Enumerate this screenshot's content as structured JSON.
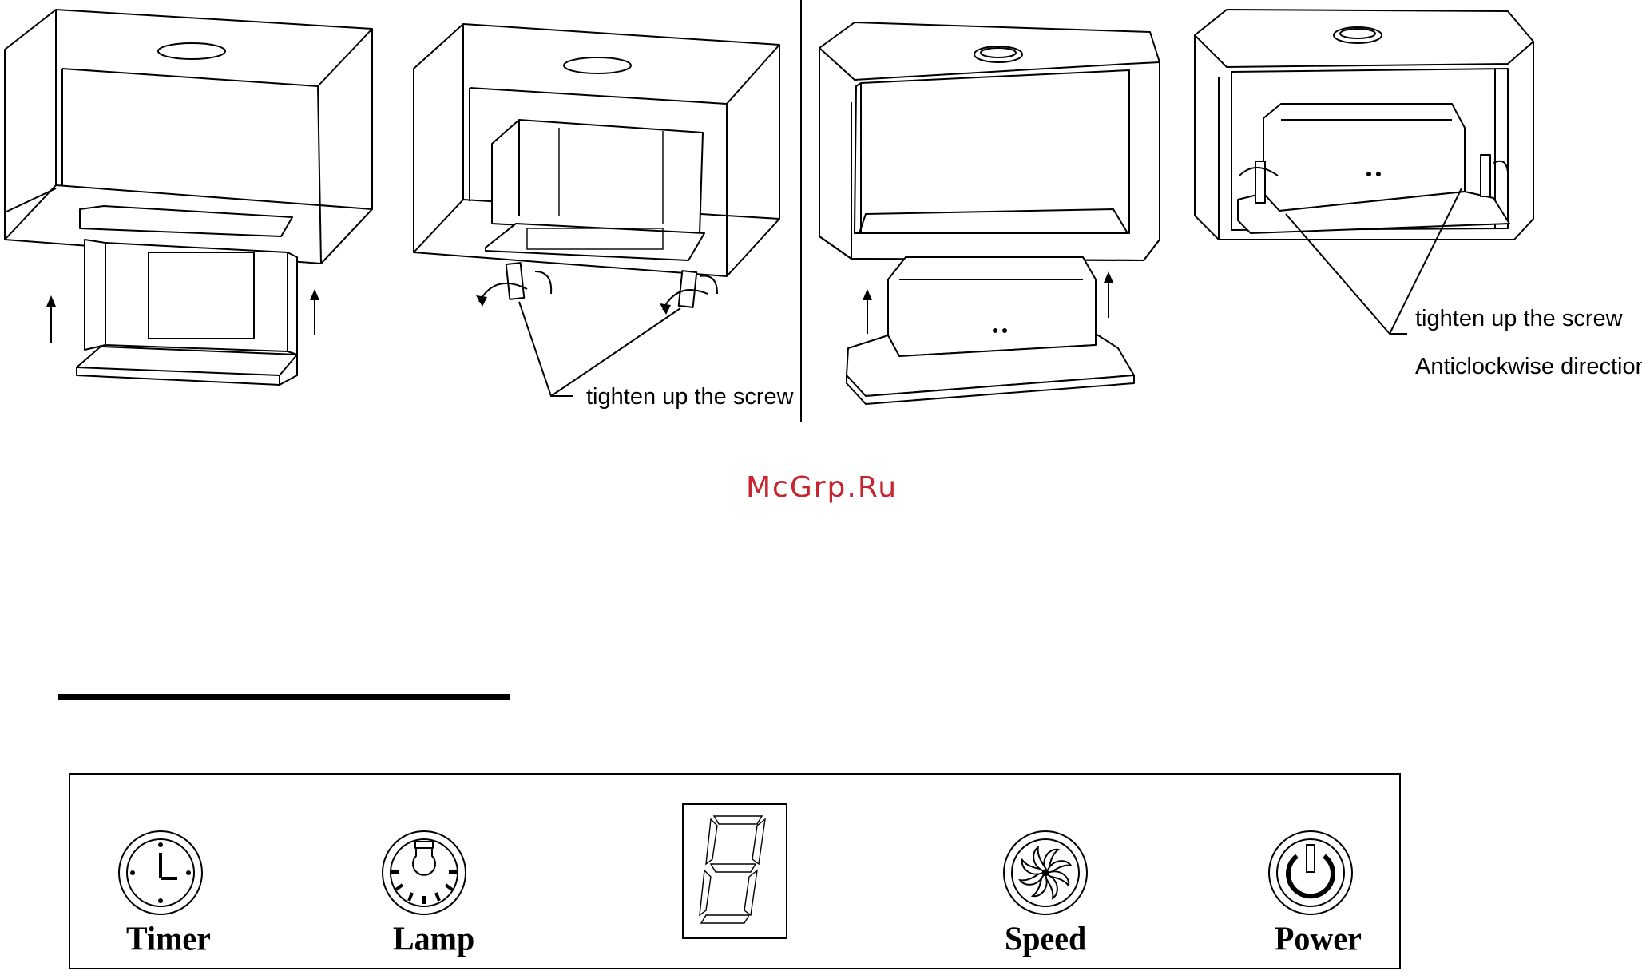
{
  "figure": {
    "annotations": {
      "step2_screw": "tighten up the screw",
      "step4_screw": "tighten up the screw",
      "step4_direction": "Anticlockwise direction"
    }
  },
  "watermark": "McGrp.Ru",
  "control_panel": {
    "buttons": [
      {
        "label": "Timer",
        "icon": "clock-icon"
      },
      {
        "label": "Lamp",
        "icon": "lamp-icon"
      },
      {
        "label": "Speed",
        "icon": "fan-icon"
      },
      {
        "label": "Power",
        "icon": "power-icon"
      }
    ],
    "display": {
      "icon": "seven-segment-display-icon"
    }
  }
}
